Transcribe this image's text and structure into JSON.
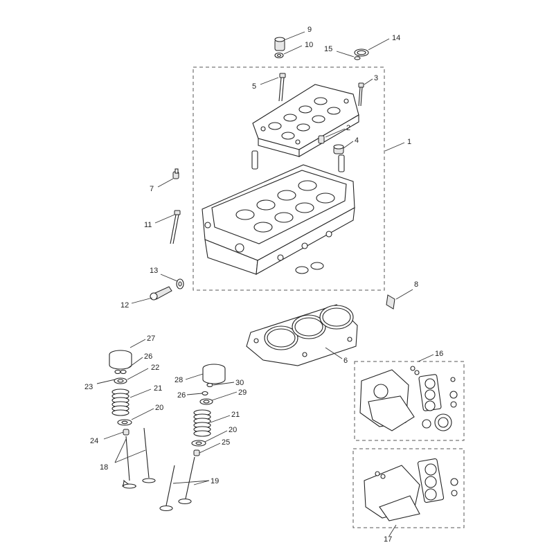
{
  "callouts": [
    {
      "id": "c1",
      "text": "1"
    },
    {
      "id": "c2",
      "text": "2"
    },
    {
      "id": "c3",
      "text": "3"
    },
    {
      "id": "c4",
      "text": "4"
    },
    {
      "id": "c5",
      "text": "5"
    },
    {
      "id": "c6",
      "text": "6"
    },
    {
      "id": "c7",
      "text": "7"
    },
    {
      "id": "c8",
      "text": "8"
    },
    {
      "id": "c9",
      "text": "9"
    },
    {
      "id": "c10",
      "text": "10"
    },
    {
      "id": "c11",
      "text": "11"
    },
    {
      "id": "c12",
      "text": "12"
    },
    {
      "id": "c13",
      "text": "13"
    },
    {
      "id": "c14",
      "text": "14"
    },
    {
      "id": "c15",
      "text": "15"
    },
    {
      "id": "c16",
      "text": "16"
    },
    {
      "id": "c17",
      "text": "17"
    },
    {
      "id": "c18",
      "text": "18"
    },
    {
      "id": "c19",
      "text": "19"
    },
    {
      "id": "c20a",
      "text": "20"
    },
    {
      "id": "c20b",
      "text": "20"
    },
    {
      "id": "c21a",
      "text": "21"
    },
    {
      "id": "c21b",
      "text": "21"
    },
    {
      "id": "c22",
      "text": "22"
    },
    {
      "id": "c23",
      "text": "23"
    },
    {
      "id": "c24",
      "text": "24"
    },
    {
      "id": "c25",
      "text": "25"
    },
    {
      "id": "c26a",
      "text": "26"
    },
    {
      "id": "c26b",
      "text": "26"
    },
    {
      "id": "c27",
      "text": "27"
    },
    {
      "id": "c28",
      "text": "28"
    },
    {
      "id": "c29",
      "text": "29"
    },
    {
      "id": "c30",
      "text": "30"
    }
  ],
  "colors": {
    "line": "#333333",
    "fill": "#ffffff",
    "shade": "#e6e6e6"
  }
}
